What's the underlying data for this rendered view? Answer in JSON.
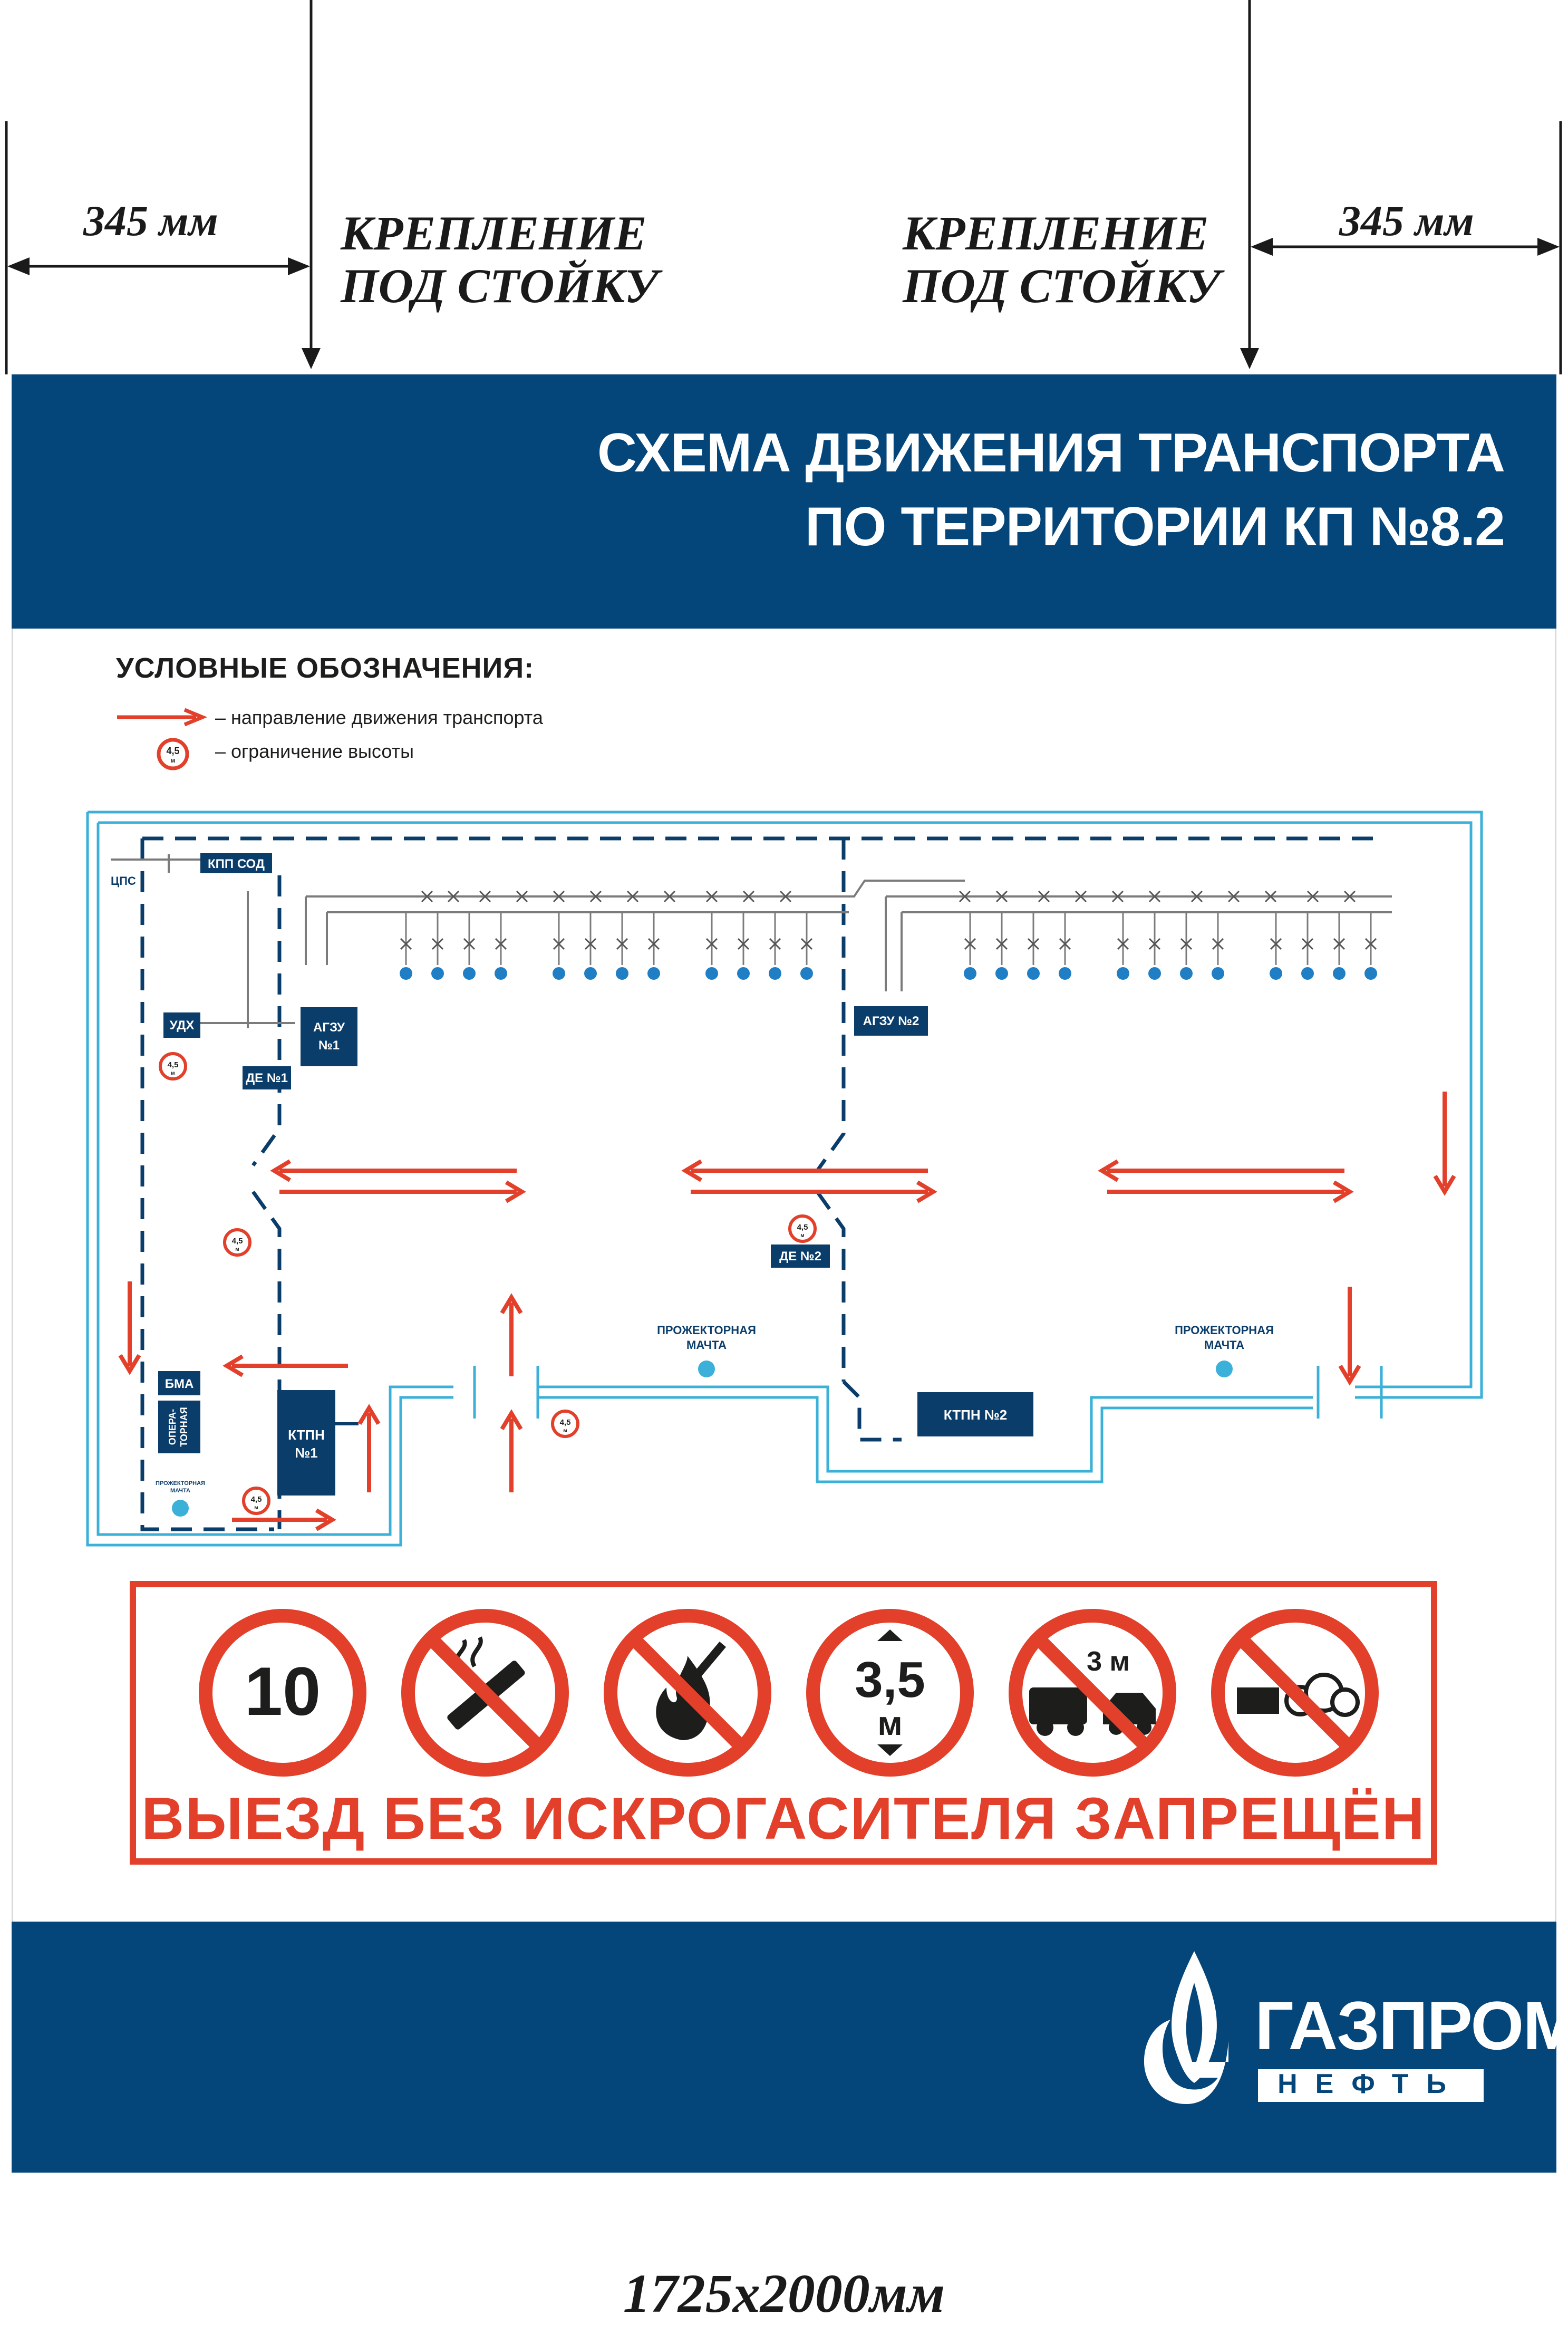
{
  "dimensions": {
    "left_mm": "345 мм",
    "right_mm": "345 мм",
    "mount_left_line1": "КРЕПЛЕНИЕ",
    "mount_left_line2": "ПОД СТОЙКУ",
    "mount_right_line1": "КРЕПЛЕНИЕ",
    "mount_right_line2": "ПОД СТОЙКУ",
    "board_size": "1725х2000мм"
  },
  "header": {
    "title_line1": "СХЕМА ДВИЖЕНИЯ ТРАНСПОРТА",
    "title_line2": "ПО ТЕРРИТОРИИ КП №8.2"
  },
  "legend": {
    "title": "УСЛОВНЫЕ ОБОЗНАЧЕНИЯ:",
    "direction": "– направление движения транспорта",
    "height_limit": "– ограничение высоты"
  },
  "height_sign": {
    "value": "4,5",
    "unit": "м"
  },
  "map": {
    "cps": "ЦПС",
    "kpp_sod": "КПП СОД",
    "udkh": "УДХ",
    "agzu1_line1": "АГЗУ",
    "agzu1_line2": "№1",
    "de1": "ДЕ №1",
    "agzu2": "АГЗУ №2",
    "de2": "ДЕ №2",
    "bma": "БМА",
    "operatornaya_line1": "ОПЕРА-",
    "operatornaya_line2": "ТОРНАЯ",
    "ktpn1_line1": "КТПН",
    "ktpn1_line2": "№1",
    "ktpn2": "КТПН №2",
    "mast_line1": "ПРОЖЕКТОРНАЯ",
    "mast_line2": "МАЧТА"
  },
  "signs": {
    "speed": "10",
    "clearance_value": "3,5",
    "clearance_unit": "м",
    "distance": "3 м",
    "warning": "ВЫЕЗД БЕЗ ИСКРОГАСИТЕЛЯ ЗАПРЕЩЁН"
  },
  "logo": {
    "name": "ГАЗПРОМ",
    "sub": "НЕФТЬ"
  },
  "colors": {
    "brand_blue": "#04457a",
    "route_cyan": "#3bb0d8",
    "arrow_red": "#e2402b",
    "building_blue": "#0b3d6a"
  }
}
